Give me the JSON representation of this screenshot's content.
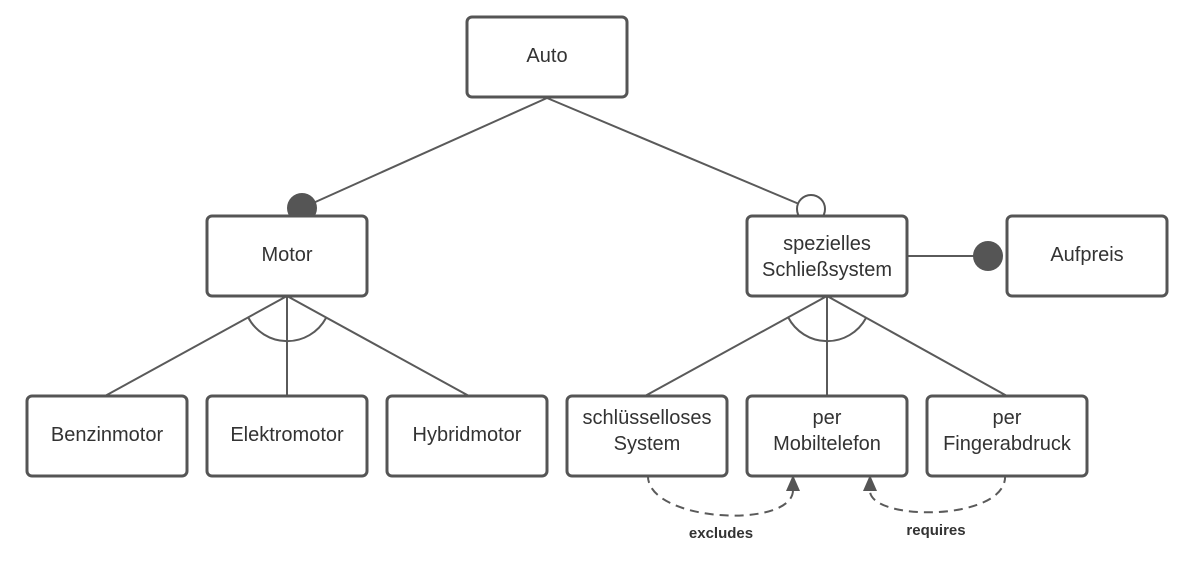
{
  "colors": {
    "stroke": "#555555",
    "line": "#5a5a5a",
    "text": "#333333",
    "background": "#ffffff"
  },
  "nodes": {
    "auto": {
      "lines": [
        "Auto"
      ]
    },
    "motor": {
      "lines": [
        "Motor"
      ]
    },
    "schliess": {
      "lines": [
        "spezielles",
        "Schließsystem"
      ]
    },
    "aufpreis": {
      "lines": [
        "Aufpreis"
      ]
    },
    "benzin": {
      "lines": [
        "Benzinmotor"
      ]
    },
    "elektro": {
      "lines": [
        "Elektromotor"
      ]
    },
    "hybrid": {
      "lines": [
        "Hybridmotor"
      ]
    },
    "schluesselloses": {
      "lines": [
        "schlüsselloses",
        "System"
      ]
    },
    "mobil": {
      "lines": [
        "per",
        "Mobiltelefon"
      ]
    },
    "finger": {
      "lines": [
        "per",
        "Fingerabdruck"
      ]
    }
  },
  "relations": {
    "excludes": "excludes",
    "requires": "requires"
  }
}
